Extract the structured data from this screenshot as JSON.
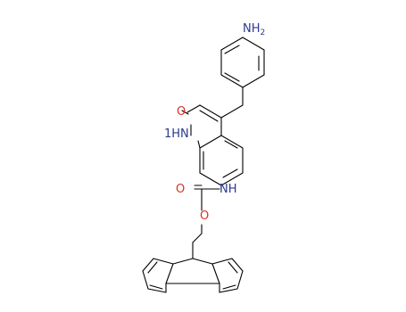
{
  "molecule": {
    "labels": {
      "amine_top": {
        "main": "NH",
        "sub": "2"
      },
      "ketone_oxygen": "O",
      "ring_nh": "1H",
      "ring_nh_n": "N",
      "carbamate_nh": "NH",
      "carbonyl_oxygen": "O",
      "ester_oxygen": "O"
    },
    "colors": {
      "nitrogen": "#2b3a8f",
      "oxygen": "#e03020",
      "bond": "#000000"
    }
  }
}
